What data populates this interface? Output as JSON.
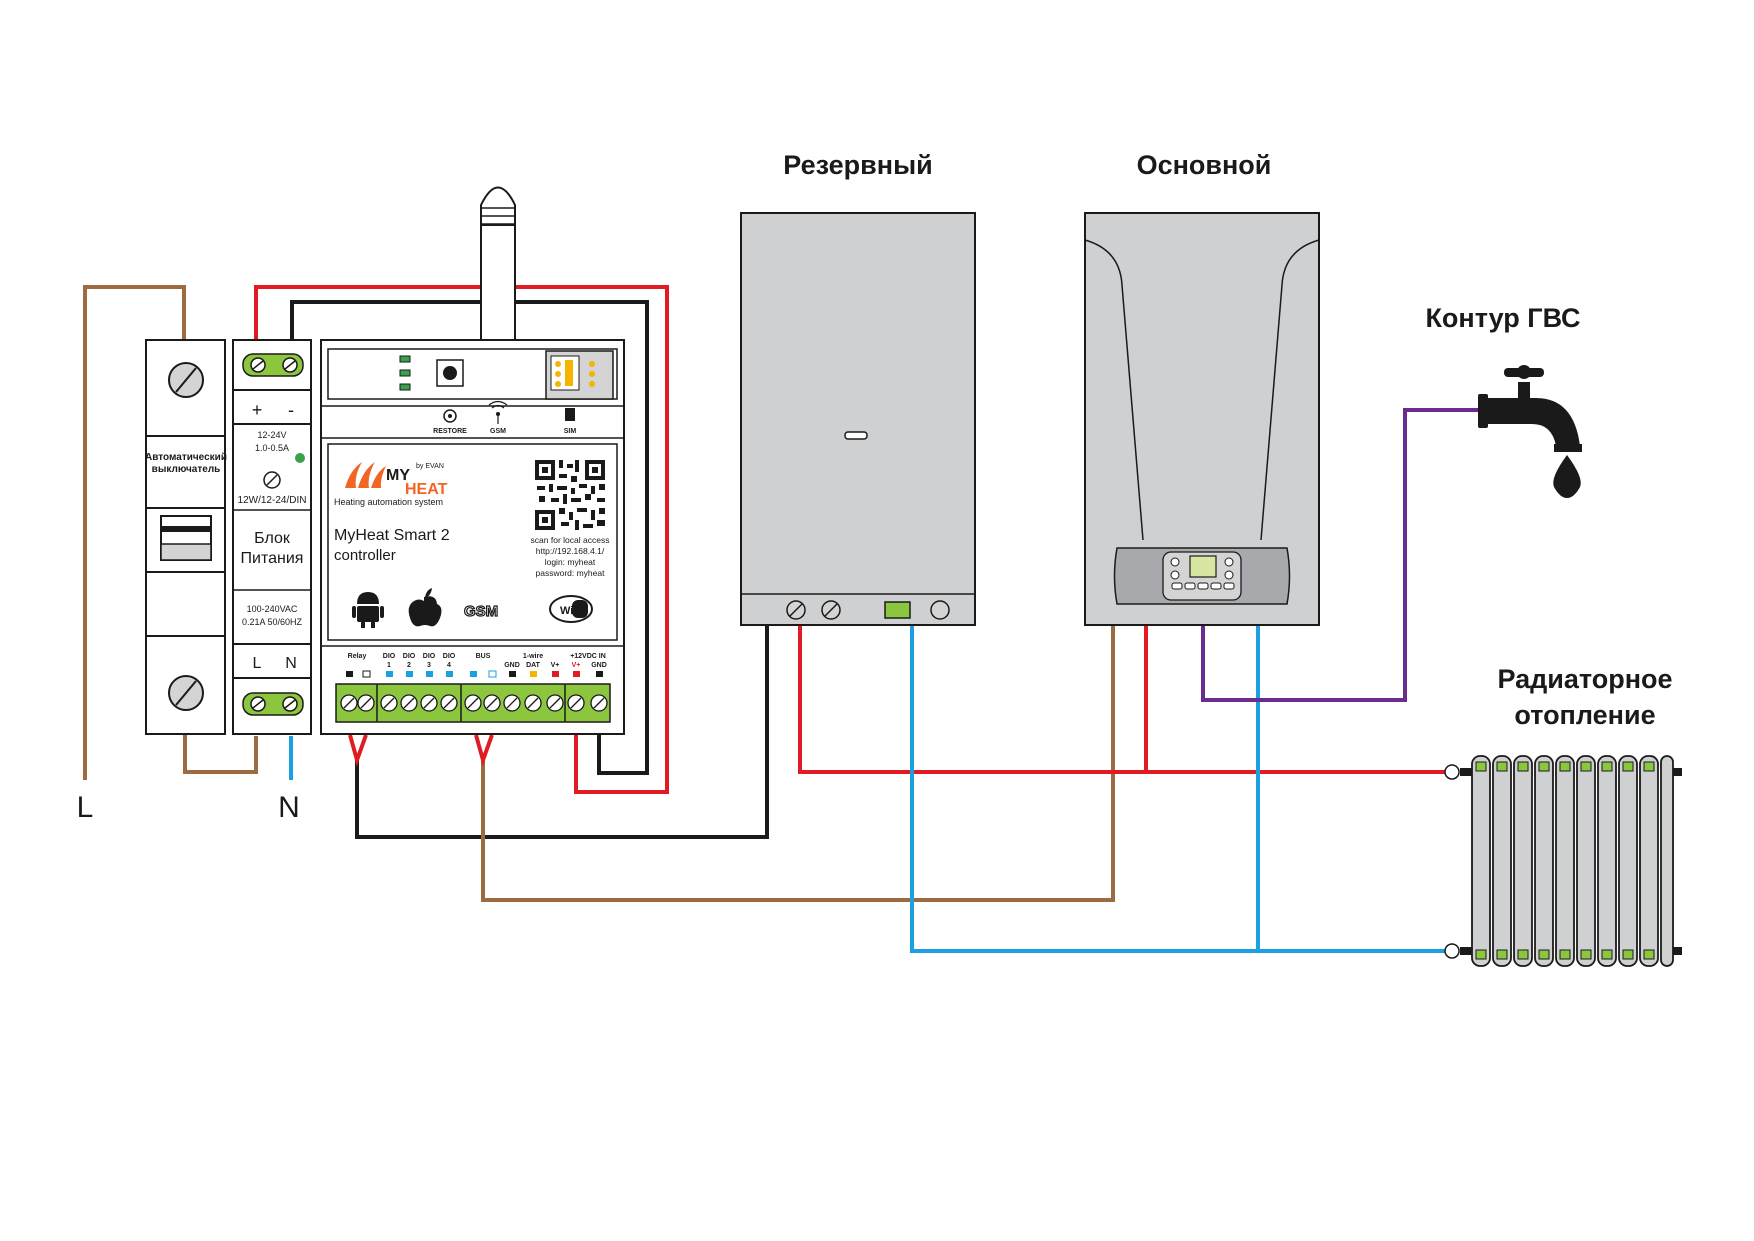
{
  "labels": {
    "boiler_reserve": "Резервный",
    "boiler_main": "Основной",
    "dhw": "Контур ГВС",
    "radiator_line1": "Радиаторное",
    "radiator_line2": "отопление",
    "phase": "L",
    "neutral": "N"
  },
  "breaker": {
    "line1": "Автоматический",
    "line2": "выключатель"
  },
  "psu": {
    "plus": "+",
    "minus": "-",
    "v_in": "12-24V",
    "i_out": "1.0-0.5A",
    "model": "12W/12-24/DIN",
    "title1": "Блок",
    "title2": "Питания",
    "ac1": "100-240VAC",
    "ac2": "0.21A 50/60HZ",
    "l": "L",
    "n": "N"
  },
  "controller": {
    "restore": "RESTORE",
    "gsm": "GSM",
    "sim": "SIM",
    "brand_by": "by EVAN",
    "brand_my": "MY",
    "brand_heat": "HEAT",
    "tagline": "Heating automation system",
    "name1": "MyHeat Smart 2",
    "name2": "controller",
    "scan1": "scan for local access",
    "scan2": "http://192.168.4.1/",
    "scan3": "login: myheat",
    "scan4": "password: myheat",
    "gsm_logo": "GSM",
    "wifi_logo": "WiFi",
    "t_relay": "Relay",
    "t_dio": "DIO",
    "t_dio1": "1",
    "t_dio2": "2",
    "t_dio3": "3",
    "t_dio4": "4",
    "t_bus": "BUS",
    "t_1wire": "1-wire",
    "t_gnd": "GND",
    "t_dat": "DAT",
    "t_vplus": "V+",
    "t_12vdc": "+12VDC IN",
    "t_vplus2": "V+",
    "t_gnd2": "GND"
  },
  "colors": {
    "red": "#e11b22",
    "black": "#1a1a1a",
    "brown": "#9c6b41",
    "blue": "#1ba1e2",
    "purple": "#6b2c91",
    "terminal_green": "#8cc63f",
    "boiler_gray": "#cfd0d2",
    "brand_orange": "#f26522"
  }
}
